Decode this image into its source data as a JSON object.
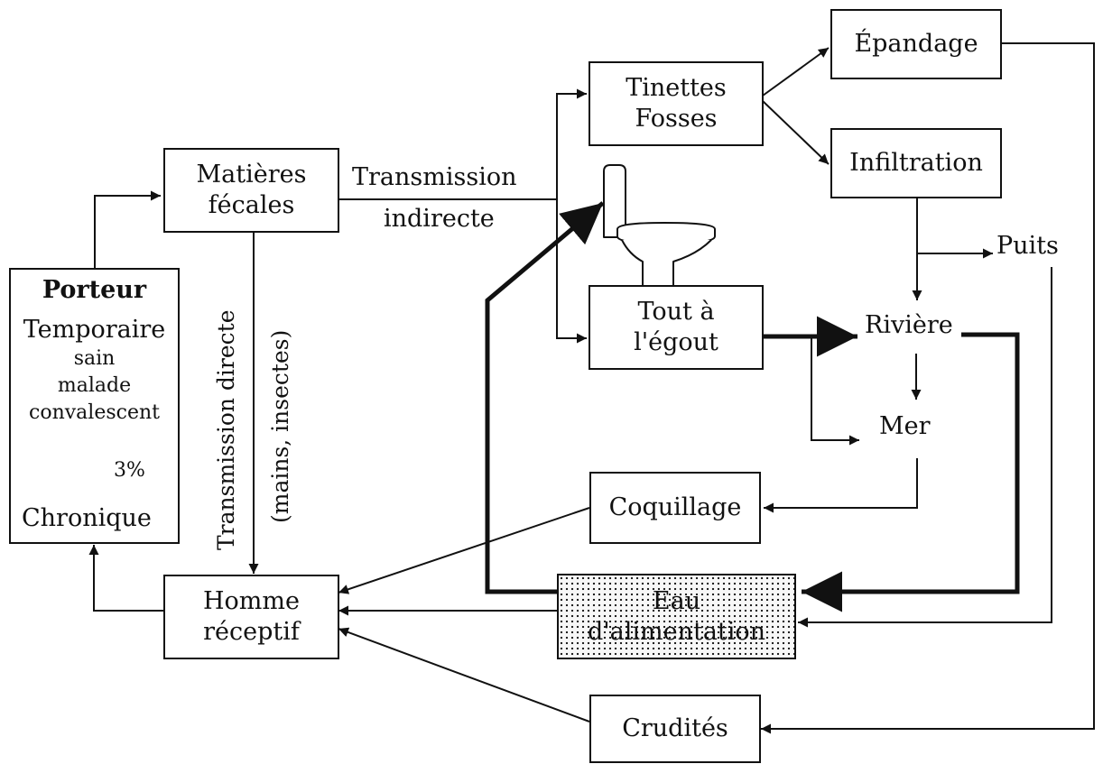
{
  "nodes": {
    "porteur": {
      "title": "Porteur",
      "type1": "Temporaire",
      "type2": "sain",
      "type3": "malade",
      "type4": "convalescent",
      "rate": "3%",
      "chronic": "Chronique"
    },
    "matieres": {
      "line1": "Matières",
      "line2": "fécales"
    },
    "homme": {
      "line1": "Homme",
      "line2": "réceptif"
    },
    "tinettes": {
      "line1": "Tinettes",
      "line2": "Fosses"
    },
    "tout": {
      "line1": "Tout à",
      "line2": "l'égout"
    },
    "epandage": {
      "label": "Épandage"
    },
    "infiltration": {
      "label": "Infiltration"
    },
    "coquillage": {
      "label": "Coquillage"
    },
    "eau": {
      "line1": "Eau",
      "line2": "d'alimentation"
    },
    "crudites": {
      "label": "Crudités"
    }
  },
  "free_labels": {
    "puits": "Puits",
    "riviere": "Rivière",
    "mer": "Mer",
    "transmission_indirecte_1": "Transmission",
    "transmission_indirecte_2": "indirecte",
    "transmission_directe_1": "Transmission directe",
    "transmission_directe_2": "(mains, insectes)"
  }
}
